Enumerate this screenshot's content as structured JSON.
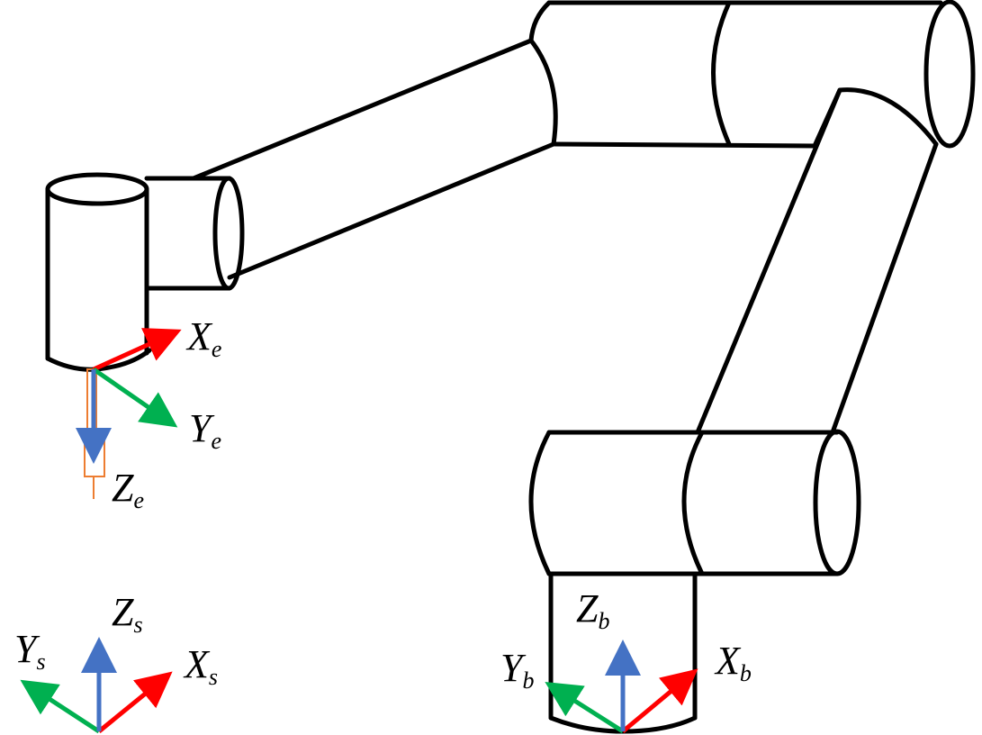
{
  "colors": {
    "x_axis": "#ff0000",
    "y_axis": "#00b050",
    "z_axis": "#4472c4",
    "tool": "#ed7d31",
    "outline": "#000000"
  },
  "frames": {
    "end_effector": {
      "x": {
        "main": "X",
        "sub": "e"
      },
      "y": {
        "main": "Y",
        "sub": "e"
      },
      "z": {
        "main": "Z",
        "sub": "e"
      }
    },
    "world": {
      "x": {
        "main": "X",
        "sub": "s"
      },
      "y": {
        "main": "Y",
        "sub": "s"
      },
      "z": {
        "main": "Z",
        "sub": "s"
      }
    },
    "base": {
      "x": {
        "main": "X",
        "sub": "b"
      },
      "y": {
        "main": "Y",
        "sub": "b"
      },
      "z": {
        "main": "Z",
        "sub": "b"
      }
    }
  }
}
